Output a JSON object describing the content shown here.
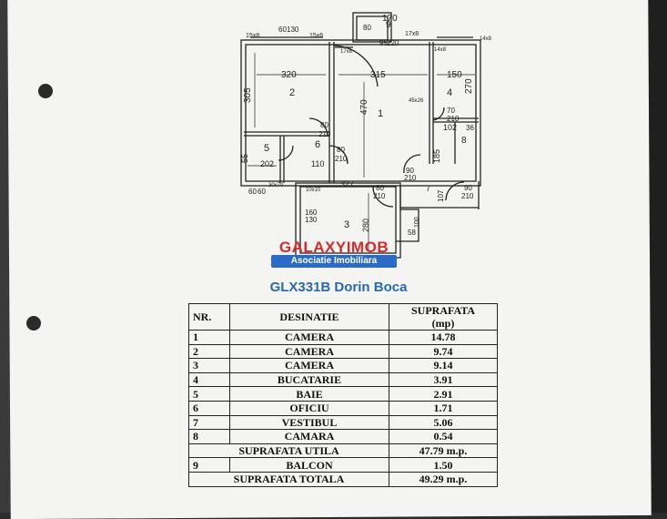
{
  "plan": {
    "rooms": [
      "1",
      "2",
      "3",
      "4",
      "5",
      "6",
      "7",
      "8",
      "9"
    ],
    "dimensions": [
      "170",
      "15x8",
      "60",
      "130",
      "15x6",
      "60",
      "220",
      "17x8",
      "14x8",
      "17x8",
      "14x8",
      "320",
      "315",
      "150",
      "305",
      "470",
      "45x26",
      "270",
      "80",
      "210",
      "102",
      "36",
      "80",
      "210",
      "55",
      "202",
      "110",
      "185",
      "60",
      "60",
      "30x70",
      "10x10",
      "327",
      "80",
      "210",
      "80",
      "210",
      "90",
      "210",
      "107",
      "160",
      "130",
      "280",
      "100",
      "58",
      "100",
      "100"
    ]
  },
  "brand": {
    "name": "GALAXYIMOB",
    "tagline": "Asociatie Imobiliara"
  },
  "subtitle": "GLX331B Dorin Boca",
  "table": {
    "headers": {
      "nr": "NR.",
      "name": "DESINATIE",
      "area_line1": "SUPRAFATA",
      "area_line2": "(mp)"
    },
    "rows": [
      {
        "nr": "1",
        "name": "CAMERA",
        "value": "14.78"
      },
      {
        "nr": "2",
        "name": "CAMERA",
        "value": "9.74"
      },
      {
        "nr": "3",
        "name": "CAMERA",
        "value": "9.14"
      },
      {
        "nr": "4",
        "name": "BUCATARIE",
        "value": "3.91"
      },
      {
        "nr": "5",
        "name": "BAIE",
        "value": "2.91"
      },
      {
        "nr": "6",
        "name": "OFICIU",
        "value": "1.71"
      },
      {
        "nr": "7",
        "name": "VESTIBUL",
        "value": "5.06"
      },
      {
        "nr": "8",
        "name": "CAMARA",
        "value": "0.54"
      }
    ],
    "useful": {
      "label": "SUPRAFATA UTILA",
      "value": "47.79 m.p."
    },
    "balcony": {
      "nr": "9",
      "name": "BALCON",
      "value": "1.50"
    },
    "total": {
      "label": "SUPRAFATA TOTALA",
      "value": "49.29 m.p."
    }
  }
}
